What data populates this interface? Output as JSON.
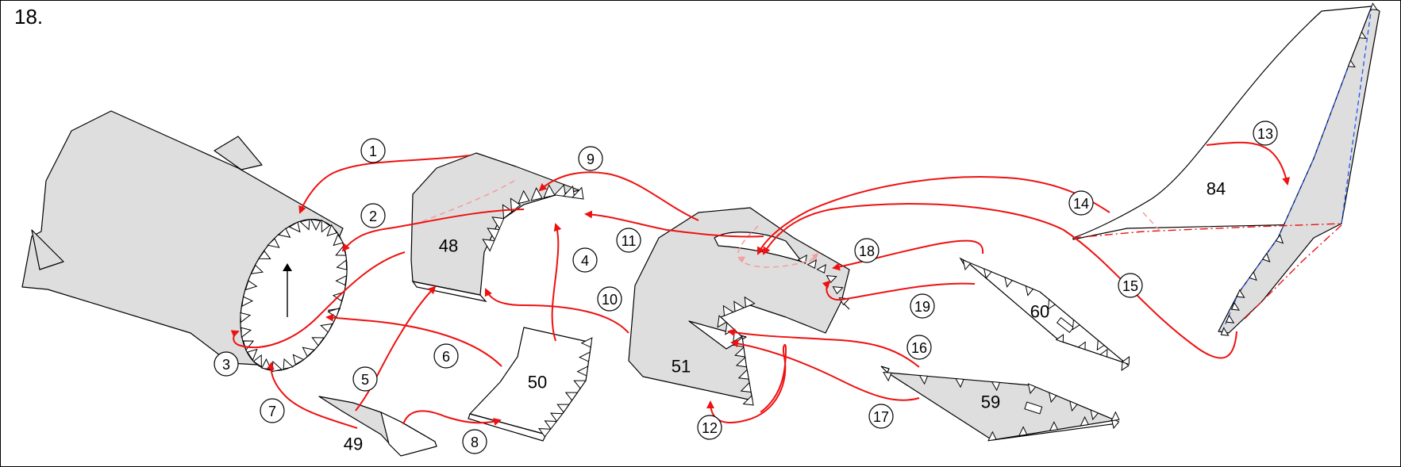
{
  "step": "18.",
  "parts": [
    "48",
    "49",
    "50",
    "51",
    "59",
    "60",
    "84"
  ],
  "steps": [
    "1",
    "2",
    "3",
    "4",
    "5",
    "6",
    "7",
    "8",
    "9",
    "10",
    "11",
    "12",
    "13",
    "14",
    "15",
    "16",
    "17",
    "18",
    "19"
  ],
  "colors": {
    "arrow": "#ee1111",
    "part_fill": "#dedede",
    "edge_line": "#2255ee"
  }
}
